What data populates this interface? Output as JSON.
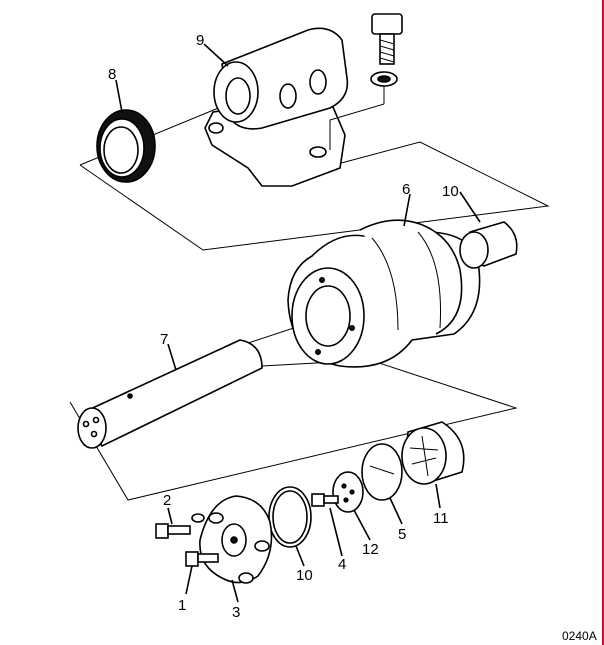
{
  "diagram": {
    "code": "0240A",
    "callouts": [
      {
        "id": "c1",
        "text": "1"
      },
      {
        "id": "c2",
        "text": "2"
      },
      {
        "id": "c3",
        "text": "3"
      },
      {
        "id": "c4",
        "text": "4"
      },
      {
        "id": "c5",
        "text": "5"
      },
      {
        "id": "c6",
        "text": "6"
      },
      {
        "id": "c7",
        "text": "7"
      },
      {
        "id": "c8",
        "text": "8"
      },
      {
        "id": "c9",
        "text": "9"
      },
      {
        "id": "c10a",
        "text": "10"
      },
      {
        "id": "c10b",
        "text": "10"
      },
      {
        "id": "c11",
        "text": "11"
      },
      {
        "id": "c12",
        "text": "12"
      }
    ]
  }
}
